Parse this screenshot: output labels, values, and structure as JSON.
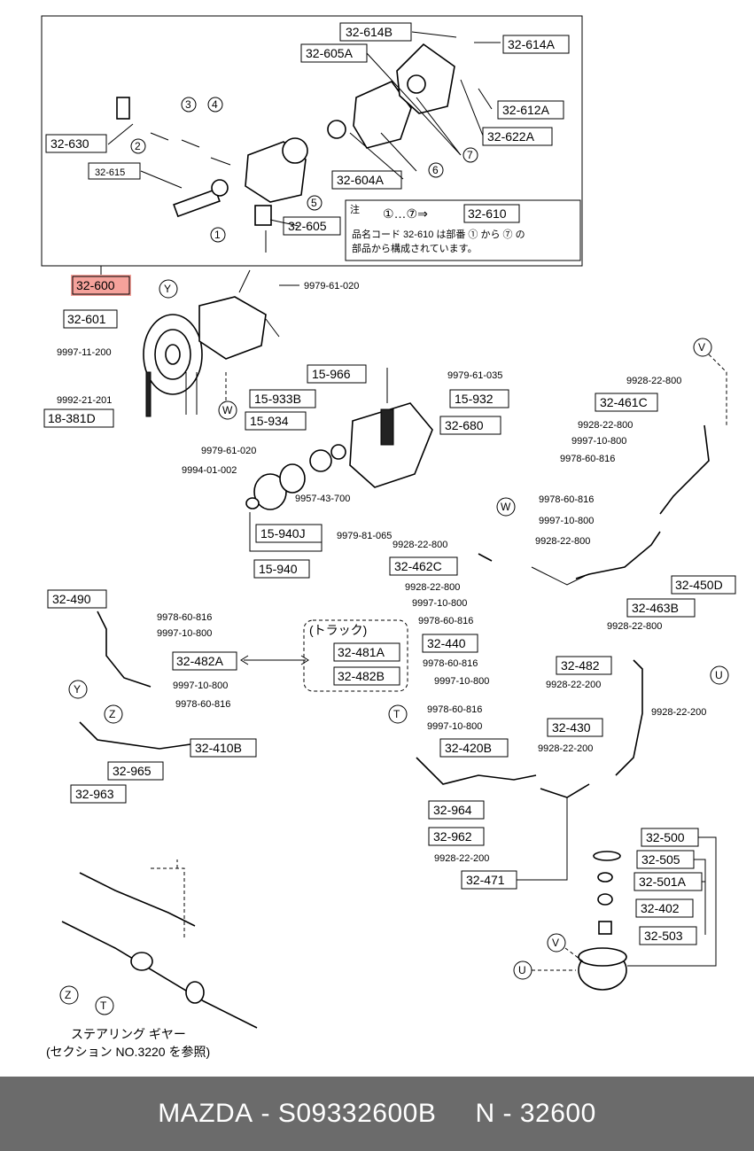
{
  "diagram": {
    "highlighted_part": "32-600",
    "boxed_labels": [
      "32-614B",
      "32-614A",
      "32-605A",
      "32-612A",
      "32-622A",
      "32-630",
      "32-615",
      "32-604A",
      "32-605",
      "32-600",
      "32-601",
      "18-381D",
      "15-966",
      "15-933B",
      "15-934",
      "15-932",
      "32-680",
      "15-940J",
      "15-940",
      "32-461C",
      "32-450D",
      "32-462C",
      "32-463B",
      "32-440",
      "32-490",
      "32-482A",
      "32-481A",
      "32-482B",
      "32-482",
      "32-410B",
      "32-965",
      "32-963",
      "32-430",
      "32-420B",
      "32-964",
      "32-962",
      "32-471",
      "32-500",
      "32-505",
      "32-501A",
      "32-402",
      "32-503"
    ],
    "plain_labels": [
      "9979-61-020",
      "9997-11-200",
      "9992-21-201",
      "9979-61-035",
      "9979-61-020",
      "9994-01-002",
      "9957-43-700",
      "9979-81-065",
      "9928-22-800",
      "9928-22-800",
      "9997-10-800",
      "9978-60-816",
      "9978-60-816",
      "9997-10-800",
      "9928-22-800",
      "9928-22-800",
      "9928-22-800",
      "9997-10-800",
      "9978-60-816",
      "9978-60-816",
      "9997-10-800",
      "9928-22-800",
      "9978-60-816",
      "9997-10-800",
      "9997-10-800",
      "9978-60-816",
      "9928-22-200",
      "9928-22-200",
      "9978-60-816",
      "9997-10-800",
      "9928-22-200",
      "9928-22-200"
    ],
    "circled_refs": [
      "1",
      "2",
      "3",
      "4",
      "5",
      "6",
      "7",
      "Y",
      "W",
      "V",
      "U",
      "Y",
      "Z",
      "T",
      "Z",
      "T",
      "V",
      "U"
    ],
    "note": {
      "title": "注",
      "range": "①…⑦⇒",
      "ref": "32-610",
      "line1": "品名コード 32-610 は部番 ① から ⑦ の",
      "line2": "部品から構成されています。"
    },
    "truck_label": "(トラック)",
    "gear_label1": "ステアリング ギヤー",
    "gear_label2": "(セクション NO.3220 を参照)"
  },
  "footer": {
    "brand": "MAZDA",
    "part_number": "S09332600B",
    "ref": "N - 32600",
    "separator": " - "
  },
  "colors": {
    "highlight": "#f28b82",
    "footer_bg": "#6b6b6b",
    "footer_text": "#ffffff"
  }
}
